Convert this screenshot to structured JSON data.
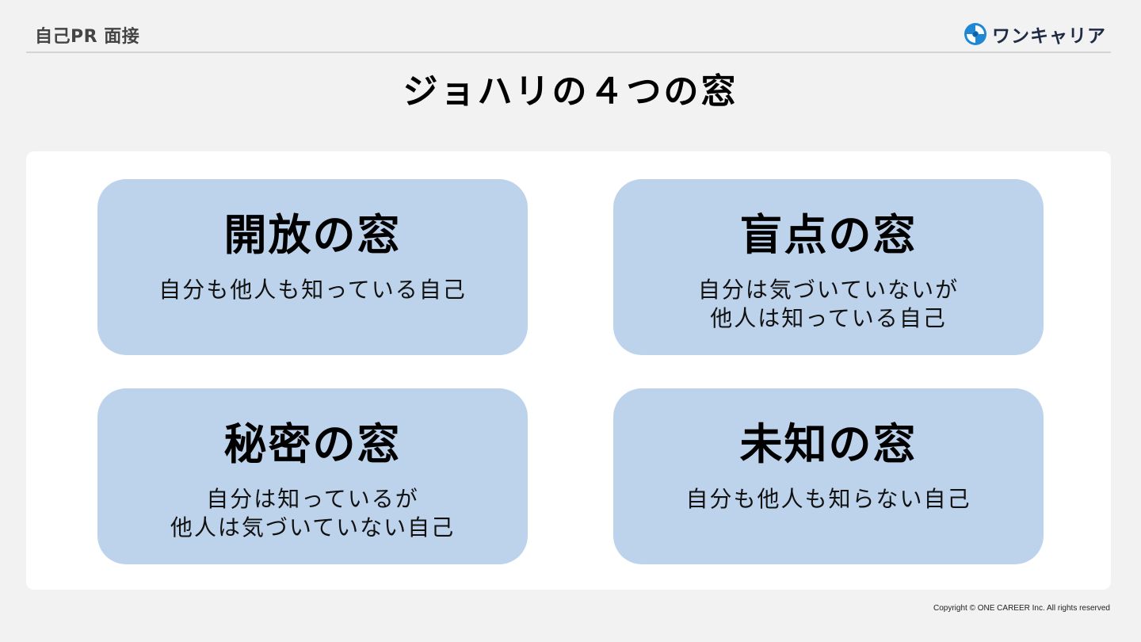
{
  "header": {
    "title": "自己PR 面接",
    "logo_text": "ワンキャリア",
    "logo_icon": "swirl-logo-icon"
  },
  "slide": {
    "title": "ジョハリの４つの窓"
  },
  "windows": [
    {
      "title": "開放の窓",
      "desc_lines": [
        "自分も他人も知っている自己"
      ]
    },
    {
      "title": "盲点の窓",
      "desc_lines": [
        "自分は気づいていないが",
        "他人は知っている自己"
      ]
    },
    {
      "title": "秘密の窓",
      "desc_lines": [
        "自分は知っているが",
        "他人は気づいていない自己"
      ]
    },
    {
      "title": "未知の窓",
      "desc_lines": [
        "自分も他人も知らない自己"
      ]
    }
  ],
  "footer": {
    "copyright": "Copyright © ONE CAREER Inc. All rights reserved"
  },
  "colors": {
    "background": "#f2f2f2",
    "panel": "#ffffff",
    "card": "#bdd3ec",
    "logo_blue": "#1e88d4",
    "logo_dark": "#1f2a44"
  }
}
